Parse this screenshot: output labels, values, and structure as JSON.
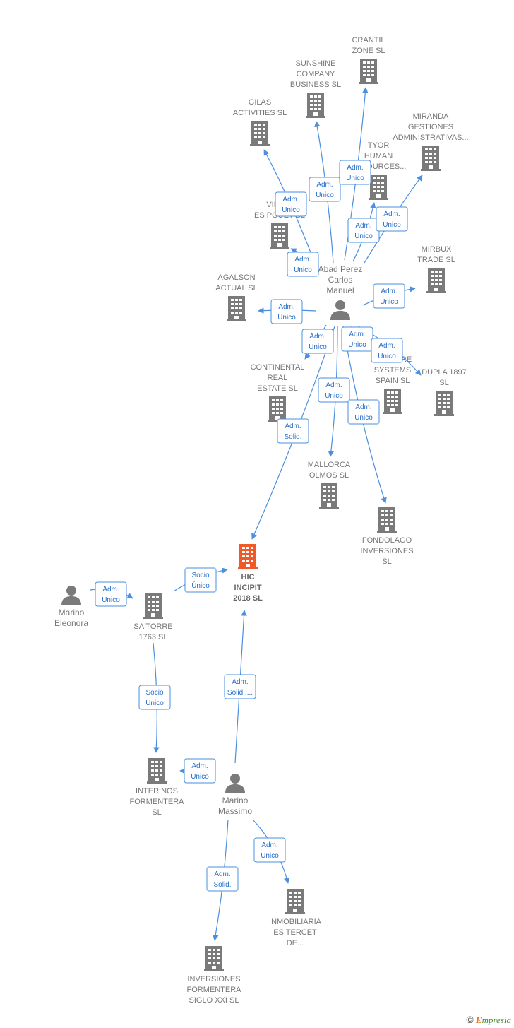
{
  "colors": {
    "edge": "#4a8fe0",
    "edge_label": "#2a6fc9",
    "company_icon": "#7a7a7a",
    "focus_company_icon": "#f05a28",
    "person_icon": "#7a7a7a",
    "node_text": "#777777"
  },
  "nodes": [
    {
      "id": "crantil",
      "type": "company",
      "label": [
        "CRANTIL",
        "ZONE SL"
      ]
    },
    {
      "id": "sunshine",
      "type": "company",
      "label": [
        "SUNSHINE",
        "COMPANY",
        "BUSINESS SL"
      ]
    },
    {
      "id": "gilas",
      "type": "company",
      "label": [
        "GILAS",
        "ACTIVITIES SL"
      ]
    },
    {
      "id": "miranda",
      "type": "company",
      "label": [
        "MIRANDA",
        "GESTIONES",
        "ADMINISTRATIVAS..."
      ]
    },
    {
      "id": "tyor",
      "type": "company",
      "label": [
        "TYOR",
        "HUMAN",
        "RESOURCES..."
      ]
    },
    {
      "id": "villas",
      "type": "company",
      "label": [
        "VILLAS",
        "ES POUET SL"
      ]
    },
    {
      "id": "abad",
      "type": "person",
      "label": [
        "Abad Perez",
        "Carlos",
        "Manuel"
      ]
    },
    {
      "id": "mirbux",
      "type": "company",
      "label": [
        "MIRBUX",
        "TRADE SL"
      ]
    },
    {
      "id": "agalson",
      "type": "company",
      "label": [
        "AGALSON",
        "ACTUAL SL"
      ]
    },
    {
      "id": "continental",
      "type": "company",
      "label": [
        "CONTINENTAL",
        "REAL",
        "ESTATE SL"
      ]
    },
    {
      "id": "ravware",
      "type": "company",
      "label": [
        "RAVWARE",
        "SYSTEMS",
        "SPAIN SL"
      ]
    },
    {
      "id": "dupla",
      "type": "company",
      "label": [
        "DUPLA 1897",
        "SL"
      ]
    },
    {
      "id": "mallorca",
      "type": "company",
      "label": [
        "MALLORCA",
        "OLMOS SL"
      ]
    },
    {
      "id": "fondolago",
      "type": "company",
      "label": [
        "FONDOLAGO",
        "INVERSIONES",
        "SL"
      ]
    },
    {
      "id": "hic",
      "type": "focus",
      "label": [
        "HIC",
        "INCIPIT",
        "2018 SL"
      ]
    },
    {
      "id": "marino_e",
      "type": "person",
      "label": [
        "Marino",
        "Eleonora"
      ]
    },
    {
      "id": "satorre",
      "type": "company",
      "label": [
        "SA TORRE",
        "1763 SL"
      ]
    },
    {
      "id": "internos",
      "type": "company",
      "label": [
        "INTER NOS",
        "FORMENTERA",
        "SL"
      ]
    },
    {
      "id": "marino_m",
      "type": "person",
      "label": [
        "Marino",
        "Massimo"
      ]
    },
    {
      "id": "inmobiliaria",
      "type": "company",
      "label": [
        "INMOBILIARIA",
        "ES TERCET",
        "DE..."
      ]
    },
    {
      "id": "inversiones",
      "type": "company",
      "label": [
        "INVERSIONES",
        "FORMENTERA",
        "SIGLO XXI SL"
      ]
    }
  ],
  "edges": [
    {
      "from": "abad",
      "to": "gilas",
      "label": [
        "Adm.",
        "Unico"
      ]
    },
    {
      "from": "abad",
      "to": "sunshine",
      "label": [
        "Adm.",
        "Unico"
      ]
    },
    {
      "from": "abad",
      "to": "crantil",
      "label": [
        "Adm.",
        "Unico"
      ]
    },
    {
      "from": "abad",
      "to": "tyor",
      "label": [
        "Adm.",
        "Unico"
      ]
    },
    {
      "from": "abad",
      "to": "miranda",
      "label": [
        "Adm.",
        "Unico"
      ]
    },
    {
      "from": "abad",
      "to": "villas",
      "label": [
        "Adm.",
        "Unico"
      ]
    },
    {
      "from": "abad",
      "to": "mirbux",
      "label": [
        "Adm.",
        "Unico"
      ]
    },
    {
      "from": "abad",
      "to": "agalson",
      "label": [
        "Adm.",
        "Unico"
      ]
    },
    {
      "from": "abad",
      "to": "continental",
      "label": [
        "Adm.",
        "Unico"
      ]
    },
    {
      "from": "abad",
      "to": "ravware",
      "label": [
        "Adm.",
        "Unico"
      ]
    },
    {
      "from": "abad",
      "to": "dupla",
      "label": [
        "Adm.",
        "Unico"
      ]
    },
    {
      "from": "abad",
      "to": "mallorca",
      "label": [
        "Adm.",
        "Unico"
      ]
    },
    {
      "from": "abad",
      "to": "fondolago",
      "label": [
        "Adm.",
        "Unico"
      ]
    },
    {
      "from": "abad",
      "to": "hic",
      "label": [
        "Adm.",
        "Solid."
      ]
    },
    {
      "from": "marino_e",
      "to": "satorre",
      "label": [
        "Adm.",
        "Unico"
      ]
    },
    {
      "from": "satorre",
      "to": "hic",
      "label": [
        "Socio",
        "Único"
      ]
    },
    {
      "from": "satorre",
      "to": "internos",
      "label": [
        "Socio",
        "Único"
      ]
    },
    {
      "from": "marino_m",
      "to": "hic",
      "label": [
        "Adm.",
        "Solid.,..."
      ]
    },
    {
      "from": "marino_m",
      "to": "internos",
      "label": [
        "Adm.",
        "Unico"
      ]
    },
    {
      "from": "marino_m",
      "to": "inmobiliaria",
      "label": [
        "Adm.",
        "Unico"
      ]
    },
    {
      "from": "marino_m",
      "to": "inversiones",
      "label": [
        "Adm.",
        "Solid."
      ]
    }
  ],
  "watermark": {
    "copyright": "©",
    "brand_initial": "E",
    "brand_rest": "mpresia"
  }
}
